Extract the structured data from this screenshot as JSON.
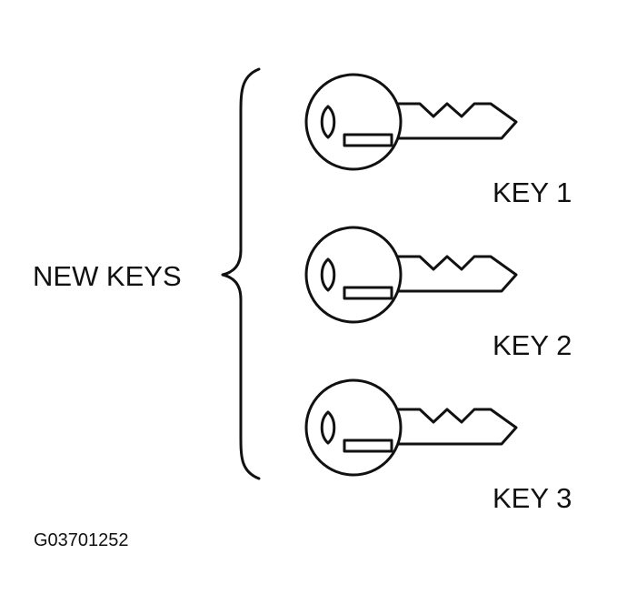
{
  "diagram": {
    "group_label": "NEW KEYS",
    "figure_code": "G03701252",
    "keys": [
      {
        "label": "KEY 1"
      },
      {
        "label": "KEY 2"
      },
      {
        "label": "KEY 3"
      }
    ]
  }
}
